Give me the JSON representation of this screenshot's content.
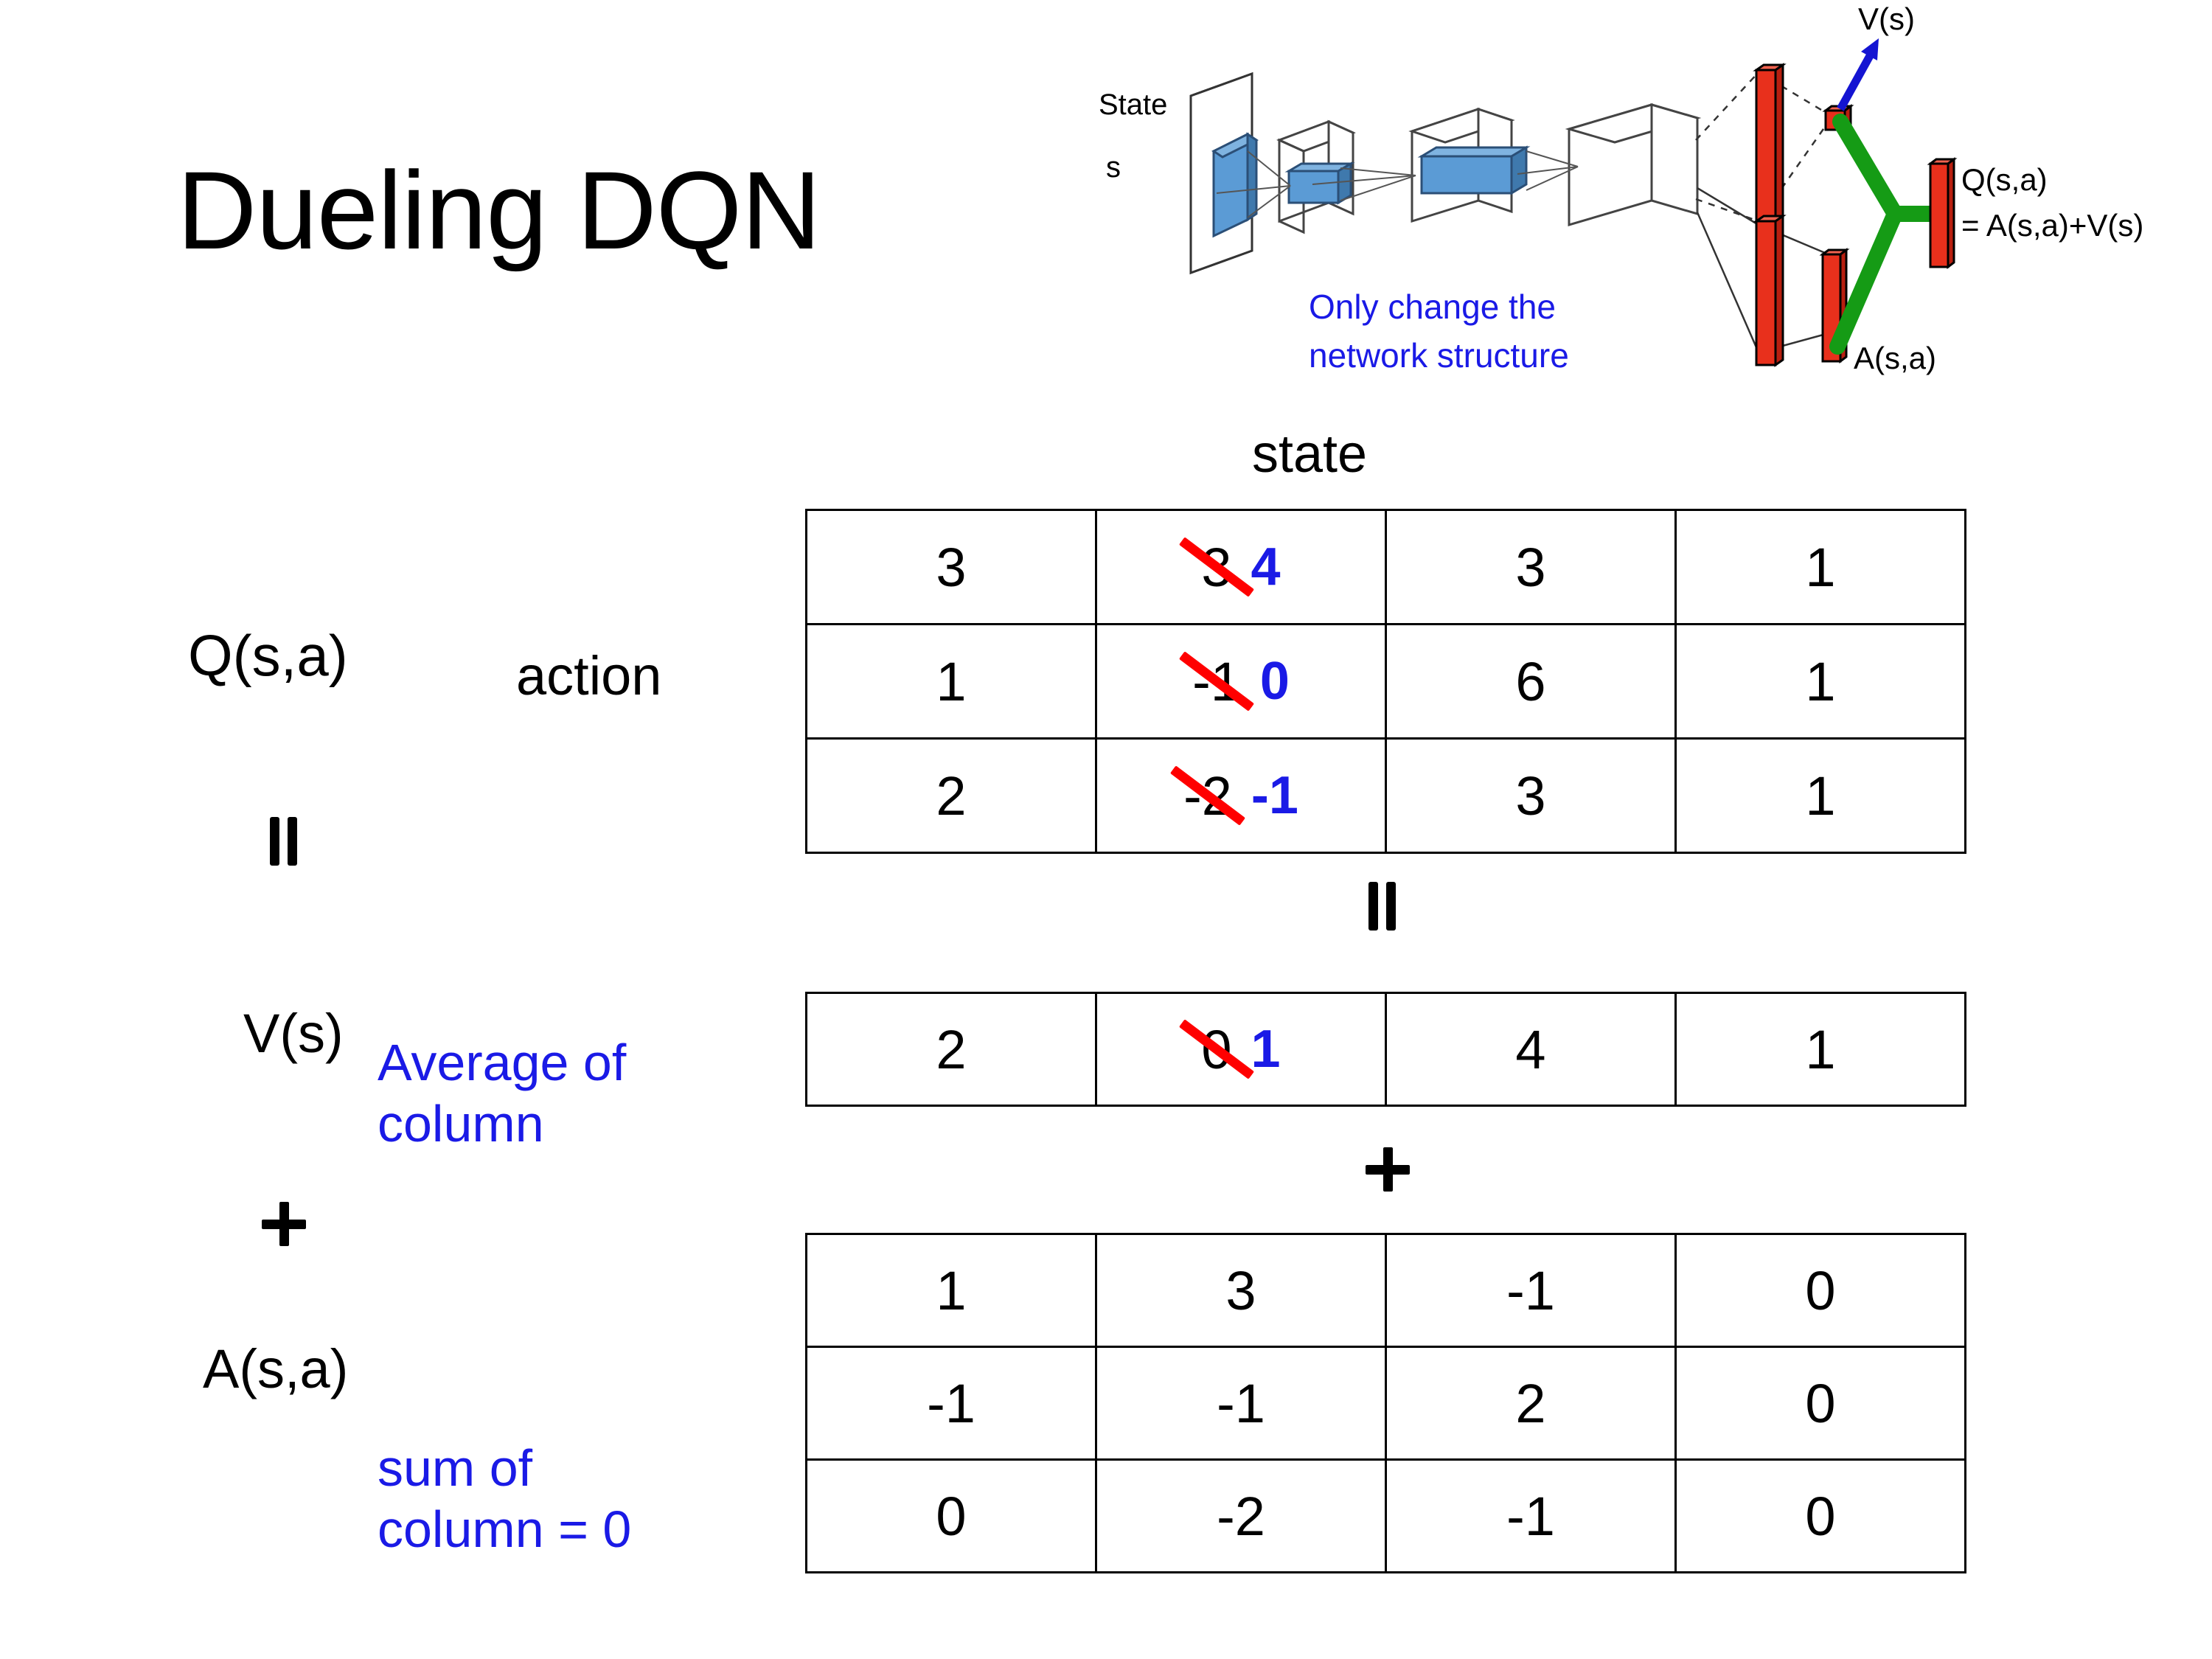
{
  "title": "Dueling DQN",
  "diagram": {
    "input_label_line1": "State",
    "input_label_line2": "s",
    "note_line1": "Only change the",
    "note_line2": "network structure",
    "value_head_label": "V(s)",
    "advantage_head_label": "A(s,a)",
    "output_label_line1": "Q(s,a)",
    "output_label_line2": "= A(s,a)+V(s)",
    "colors": {
      "note_text": "#1a1ae6",
      "value_arrow": "#1414d2",
      "combine_link": "#159b15",
      "head_bar": "#e8301c",
      "conv_block": "#5b9bd5"
    }
  },
  "labels": {
    "state": "state",
    "action": "action",
    "q_label": "Q(s,a)",
    "v_label": "V(s)",
    "a_label": "A(s,a)",
    "average_note_line1": "Average of",
    "average_note_line2": "column",
    "sum_note_line1": "sum of",
    "sum_note_line2": "column = 0"
  },
  "chart_data": {
    "type": "table",
    "title": "Dueling DQN decomposition Q(s,a) = V(s) + A(s,a)",
    "xlabel": "state",
    "ylabel": "action",
    "edit_color": "#1a1ae6",
    "strike_color": "#ff0000",
    "tables": [
      {
        "name": "Q",
        "label": "Q(s,a)",
        "rows": [
          [
            {
              "value": "3"
            },
            {
              "value": "3",
              "edited": true,
              "new_value": "4"
            },
            {
              "value": "3"
            },
            {
              "value": "1"
            }
          ],
          [
            {
              "value": "1"
            },
            {
              "value": "-1",
              "edited": true,
              "new_value": "0"
            },
            {
              "value": "6"
            },
            {
              "value": "1"
            }
          ],
          [
            {
              "value": "2"
            },
            {
              "value": "-2",
              "edited": true,
              "new_value": "-1"
            },
            {
              "value": "3"
            },
            {
              "value": "1"
            }
          ]
        ]
      },
      {
        "name": "V",
        "label": "V(s)",
        "rows": [
          [
            {
              "value": "2"
            },
            {
              "value": "0",
              "edited": true,
              "new_value": "1"
            },
            {
              "value": "4"
            },
            {
              "value": "1"
            }
          ]
        ]
      },
      {
        "name": "A",
        "label": "A(s,a)",
        "rows": [
          [
            {
              "value": "1"
            },
            {
              "value": "3"
            },
            {
              "value": "-1"
            },
            {
              "value": "0"
            }
          ],
          [
            {
              "value": "-1"
            },
            {
              "value": "-1"
            },
            {
              "value": "2"
            },
            {
              "value": "0"
            }
          ],
          [
            {
              "value": "0"
            },
            {
              "value": "-2"
            },
            {
              "value": "-1"
            },
            {
              "value": "0"
            }
          ]
        ]
      }
    ],
    "operators": [
      "=",
      "=",
      "+",
      "+"
    ]
  }
}
